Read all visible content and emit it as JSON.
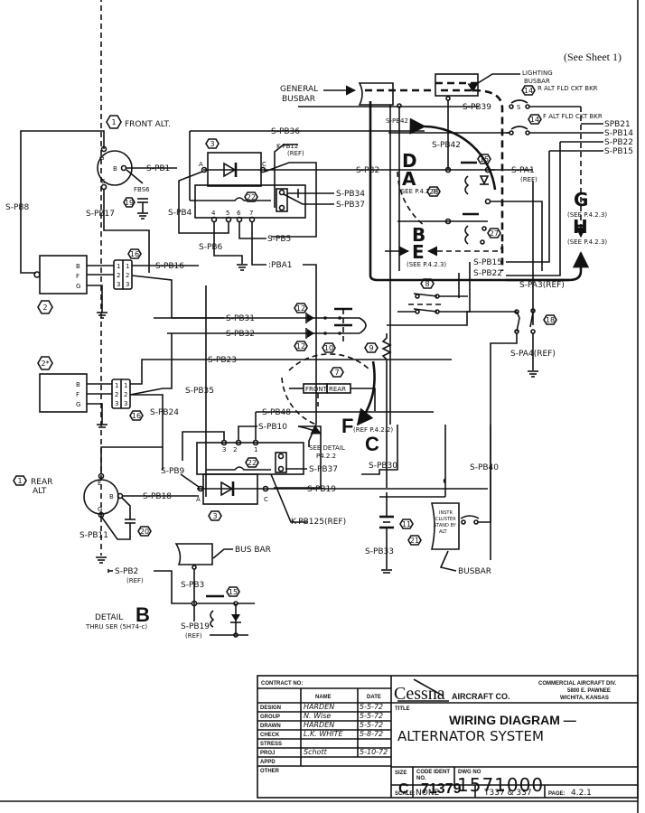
{
  "sheet_note": "(See Sheet 1)",
  "components": {
    "front_alt": {
      "num": "1",
      "label": "FRONT ALT.",
      "terminals": [
        "G",
        "B",
        "E"
      ]
    },
    "rear_alt": {
      "num": "1",
      "label_line1": "REAR",
      "label_line2": "ALT",
      "terminals": [
        "E",
        "B",
        "G"
      ]
    },
    "regulator_front": {
      "num": "2",
      "terminals": [
        "B",
        "F",
        "G"
      ]
    },
    "regulator_rear": {
      "num": "2*",
      "terminals": [
        "B",
        "F",
        "G"
      ]
    },
    "connector_front": {
      "num": "16",
      "pins": [
        "1",
        "2",
        "3"
      ]
    },
    "connector_rear": {
      "num": "16",
      "pins": [
        "1",
        "2",
        "3"
      ]
    },
    "module_front": {
      "num": "3",
      "terminals": [
        "A",
        "C",
        "4",
        "5",
        "6",
        "7"
      ],
      "inner": "22"
    },
    "module_rear": {
      "num": "3",
      "terminals": [
        "A",
        "C",
        "3",
        "2",
        "1"
      ],
      "inner": "22"
    },
    "cap_front": {
      "num": "19",
      "label": "FBS6"
    },
    "cap_rear": {
      "num": "20"
    },
    "diode_pair": {
      "num_top": "12",
      "num_bottom": "12"
    },
    "switch_10": {
      "num": "10"
    },
    "resistor_9": {
      "num": "9"
    },
    "selector_7": {
      "num": "7",
      "left": "FRONT",
      "right": "REAR"
    },
    "relay_15": {
      "num": "15"
    },
    "relay_28": {
      "num": "28"
    },
    "relay_27": {
      "num": "27"
    },
    "switch_8": {
      "num": "8"
    },
    "switch_18": {
      "num": "18"
    },
    "battery_11": {
      "num": "11"
    },
    "hex_21": {
      "num": "21"
    },
    "breaker_r": {
      "num": "14",
      "label": "R ALT FLD CKT BKR"
    },
    "breaker_f": {
      "num": "14",
      "label": "F ALT FLD CKT BKR"
    },
    "instr_cluster": {
      "lines": [
        "INSTR",
        "CLUSTER",
        "STAND BY",
        "ALT"
      ]
    }
  },
  "labels": {
    "general_busbar_1": "GENERAL",
    "general_busbar_2": "BUSBAR",
    "lighting_busbar_1": "LIGHTING",
    "lighting_busbar_2": "BUSBAR",
    "bus_bar": "BUS BAR",
    "busbar_bottom": "BUSBAR",
    "see_detail": "SEE DETAIL",
    "see_detail_page": "P4.2.2",
    "detail_label": "DETAIL",
    "detail_letter": "B",
    "detail_sub": "THRU SER (5H74-c)"
  },
  "wires": {
    "spb8": "S-PB8",
    "spb1": "S-PB1",
    "spb17": "S-PB17",
    "spb16": "S-PB16",
    "spb36": "S-PB36",
    "kpb12": "K-PB12",
    "kpb12_ref": "(REF)",
    "spb2": "S-PB2",
    "spb34": "S-PB34",
    "spb37": "S-PB37",
    "spb4": "S-PB4",
    "spb6": "S-PB6",
    "spb5": "S-PB5",
    "spa1_top": "S-PA1",
    "spa1_ref": "(REF)",
    "spba1": ":PBA1",
    "spb42_a": "S-PB42",
    "spb42_b": "S-PB42",
    "spb39": "S-PB39",
    "spb21": "SPB21",
    "spb14": "S-PB14",
    "spb22_r": "S-PB22",
    "spb15_r": "S-PB15",
    "spb15": "S-PB15",
    "spb22": "S-PB22",
    "spa3": "S-PA3(REF)",
    "spa4": "S-PA4(REF)",
    "spb31": "S-PB31",
    "spb32": "S-PB32",
    "spb23": "S-PB23",
    "spb35": "S-PB35",
    "spb24": "S-PB24",
    "spb48": "S-PB48",
    "spb10": "S-PB10",
    "spb9": "S-PB9",
    "spb37b": "S-PB37",
    "spb18": "S-PB18",
    "spb19": "S-PB19",
    "kpb125": "K-PB125(REF)",
    "spb30": "S-PB30",
    "spb40": "S-PB40",
    "spb11": "S-PB11",
    "spb33": "S-PB33",
    "spb2_ref": "S-PB2",
    "spb2_ref2": "(REF)",
    "spb3": "S-PB3",
    "spb19_ref": "S-PB19",
    "spb19_ref2": "(REF)"
  },
  "refs": {
    "D": "D",
    "A": "A",
    "A_see": "(SEE P.4.2.3)",
    "B": "B",
    "E": "E",
    "BE_see": "(SEE P.4.2.3)",
    "G": "G",
    "G_see": "(SEE P.4.2.3)",
    "H": "H",
    "H_see": "(SEE P.4.2.3)",
    "F": "F",
    "F_ref": "(REF P.4.2.2)",
    "C": "C"
  },
  "title_block": {
    "contract_no_label": "CONTRACT NO:",
    "name_header": "NAME",
    "date_header": "DATE",
    "rows": [
      {
        "role": "DESIGN",
        "name": "HARDEN",
        "date": "5-5-72"
      },
      {
        "role": "GROUP",
        "name": "N. Wise",
        "date": "5-5-72"
      },
      {
        "role": "DRAWN",
        "name": "HARDEN",
        "date": "5-5-72"
      },
      {
        "role": "CHECK",
        "name": "L.K. WHITE",
        "date": "5-8-72"
      },
      {
        "role": "STRESS",
        "name": "",
        "date": ""
      },
      {
        "role": "PROJ",
        "name": "Schott",
        "date": "5-10-72"
      },
      {
        "role": "APPD",
        "name": "",
        "date": ""
      },
      {
        "role": "OTHER",
        "name": "",
        "date": ""
      }
    ],
    "company": "Cessna",
    "company_suffix": "AIRCRAFT CO.",
    "division_1": "COMMERCIAL AIRCRAFT DIV.",
    "division_2": "5800 E. PAWNEE",
    "division_3": "WICHITA, KANSAS",
    "title_label": "TITLE",
    "title_line1": "WIRING DIAGRAM —",
    "title_line2": "ALTERNATOR SYSTEM",
    "size_label": "SIZE",
    "size": "C",
    "code_ident_label": "CODE IDENT",
    "code_ident_no": "NO.",
    "code_ident": "71379",
    "dwg_no_label": "DWG NO",
    "dwg_no": "1571000",
    "scale_label": "SCALE:",
    "scale": "NONE",
    "doc_ref": "T337 & 337",
    "page_label": "PAGE:",
    "page": "4.2.1"
  }
}
